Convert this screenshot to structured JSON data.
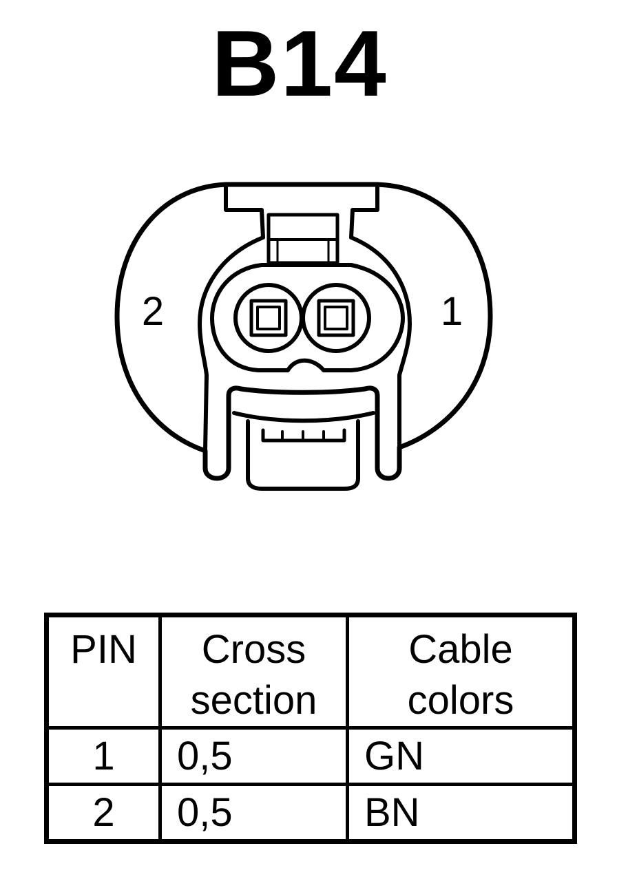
{
  "title": "B14",
  "connector": {
    "pin_labels": {
      "left": "2",
      "right": "1"
    }
  },
  "table": {
    "headers": {
      "pin": "PIN",
      "cross_section": [
        "Cross",
        "section"
      ],
      "cable_colors": [
        "Cable",
        "colors"
      ]
    },
    "rows": [
      {
        "pin": "1",
        "cross_section": "0,5",
        "color": "GN"
      },
      {
        "pin": "2",
        "cross_section": "0,5",
        "color": "BN"
      }
    ]
  },
  "colors": {
    "stroke": "#000000",
    "background": "#ffffff"
  }
}
